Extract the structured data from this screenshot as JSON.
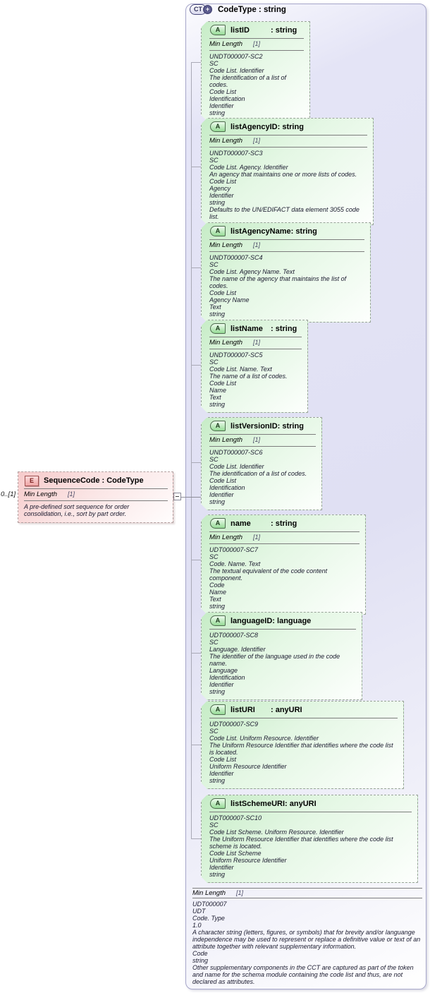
{
  "icons": {
    "complex_type": "CT",
    "plus": "+",
    "attribute": "A",
    "element": "E"
  },
  "colors": {
    "attribute_fill": "#c6ecc6",
    "element_fill": "#f6caca",
    "complextype_fill": "#e2e2f4",
    "connector": "#a9a9b6"
  },
  "root": {
    "title": "CodeType : string",
    "facet": {
      "name": "Min Length",
      "value": "[1]"
    },
    "doc_lines": [
      "UDT000007",
      "UDT",
      "Code. Type",
      "1.0",
      "A character string (letters, figures, or symbols) that for brevity and/or languange independence may be used to represent or replace a definitive value or text of an attribute together with relevant supplementary information.",
      "Code",
      "string",
      "Other supplementary components in the CCT are captured as part of the token and name for the schema module containing the code list and thus, are not declared as attributes."
    ]
  },
  "element": {
    "cardinality": "0..[1]",
    "title": "SequenceCode : CodeType",
    "facet": {
      "name": "Min Length",
      "value": "[1]"
    },
    "annotation_lines": [
      "A pre-defined sort sequence for order consolidation, i.e., sort by part order."
    ]
  },
  "attributes": [
    {
      "name": "listID",
      "type_suffix": ": string",
      "facet": {
        "name": "Min Length",
        "value": "[1]"
      },
      "lines": [
        "UNDT000007-SC2",
        "SC",
        "Code List. Identifier",
        "The identification of a list of codes.",
        "Code List",
        "Identification",
        "Identifier",
        "string"
      ]
    },
    {
      "name": "listAgencyID",
      "type_suffix": ": string",
      "facet": {
        "name": "Min Length",
        "value": "[1]"
      },
      "lines": [
        "UNDT000007-SC3",
        "SC",
        "Code List. Agency. Identifier",
        "An agency that maintains one or more lists of codes.",
        "Code List",
        "Agency",
        "Identifier",
        "string",
        "Defaults to the UN/EDIFACT data element 3055 code list."
      ]
    },
    {
      "name": "listAgencyName",
      "type_suffix": ": string",
      "facet": {
        "name": "Min Length",
        "value": "[1]"
      },
      "lines": [
        "UNDT000007-SC4",
        "SC",
        "Code List. Agency Name. Text",
        "The name of the agency that maintains the list of codes.",
        "Code List",
        "Agency Name",
        "Text",
        "string"
      ]
    },
    {
      "name": "listName",
      "type_suffix": ": string",
      "facet": {
        "name": "Min Length",
        "value": "[1]"
      },
      "lines": [
        "UNDT000007-SC5",
        "SC",
        "Code List. Name. Text",
        "The name of a list of codes.",
        "Code List",
        "Name",
        "Text",
        "string"
      ]
    },
    {
      "name": "listVersionID",
      "type_suffix": ": string",
      "facet": {
        "name": "Min Length",
        "value": "[1]"
      },
      "lines": [
        "UNDT000007-SC6",
        "SC",
        "Code List. Identifier",
        "The identification of a list of codes.",
        "Code List",
        "Identification",
        "Identifier",
        "string"
      ]
    },
    {
      "name": "name",
      "type_suffix": ": string",
      "facet": {
        "name": "Min Length",
        "value": "[1]"
      },
      "lines": [
        "UDT000007-SC7",
        "SC",
        "Code. Name. Text",
        "The textual equivalent of the code content component.",
        "Code",
        "Name",
        "Text",
        "string"
      ]
    },
    {
      "name": "languageID",
      "type_suffix": ": language",
      "lines": [
        "UDT000007-SC8",
        "SC",
        "Language. Identifier",
        "The identifier of the language used in the code name.",
        "Language",
        "Identification",
        "Identifier",
        "string"
      ]
    },
    {
      "name": "listURI",
      "type_suffix": ": anyURI",
      "lines": [
        "UDT000007-SC9",
        "SC",
        "Code List. Uniform Resource. Identifier",
        "The Uniform Resource Identifier that identifies where the code list is located.",
        "Code List",
        "Uniform Resource Identifier",
        "Identifier",
        "string"
      ]
    },
    {
      "name": "listSchemeURI",
      "type_suffix": ": anyURI",
      "lines": [
        "UDT000007-SC10",
        "SC",
        "Code List Scheme. Uniform Resource. Identifier",
        "The Uniform Resource Identifier that identifies where the code list scheme is located.",
        "Code List Scheme",
        "Uniform Resource Identifier",
        "Identifier",
        "string"
      ]
    }
  ]
}
